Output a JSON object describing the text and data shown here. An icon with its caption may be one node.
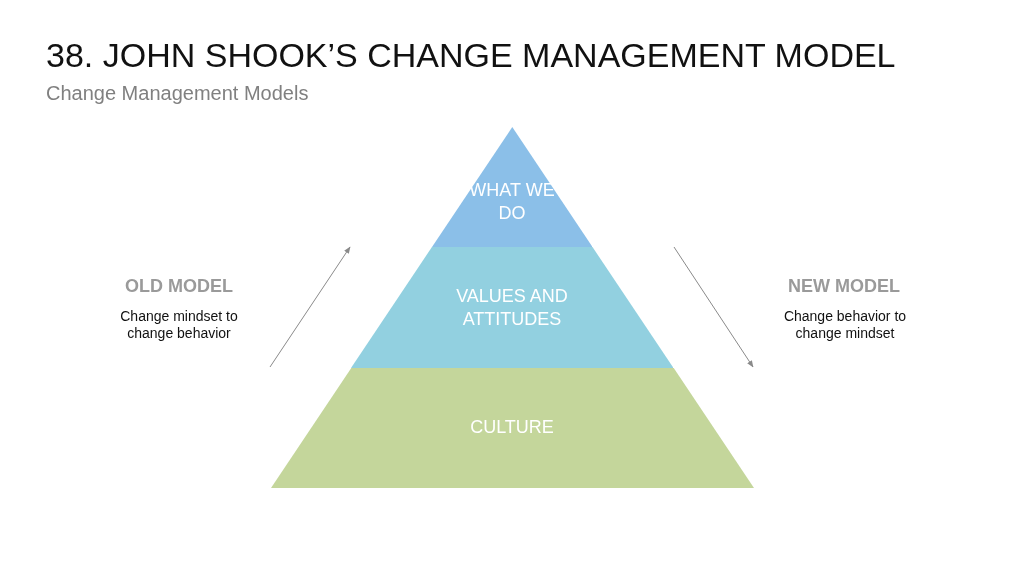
{
  "diagram": {
    "title": "38. JOHN SHOOK’S CHANGE MANAGEMENT MODEL",
    "caption": "Change Management Models",
    "nodes": [
      {
        "text": [
          "WHAT WE DO"
        ]
      },
      {
        "text": [
          "VALUES AND ATTITUDES"
        ]
      },
      {
        "text": [
          "CULTURE"
        ]
      }
    ],
    "edges": [],
    "labels": [
      "OLD MODEL",
      "Change mindset to change behavior",
      "NEW MODEL",
      "Change behavior to change mindset"
    ]
  }
}
